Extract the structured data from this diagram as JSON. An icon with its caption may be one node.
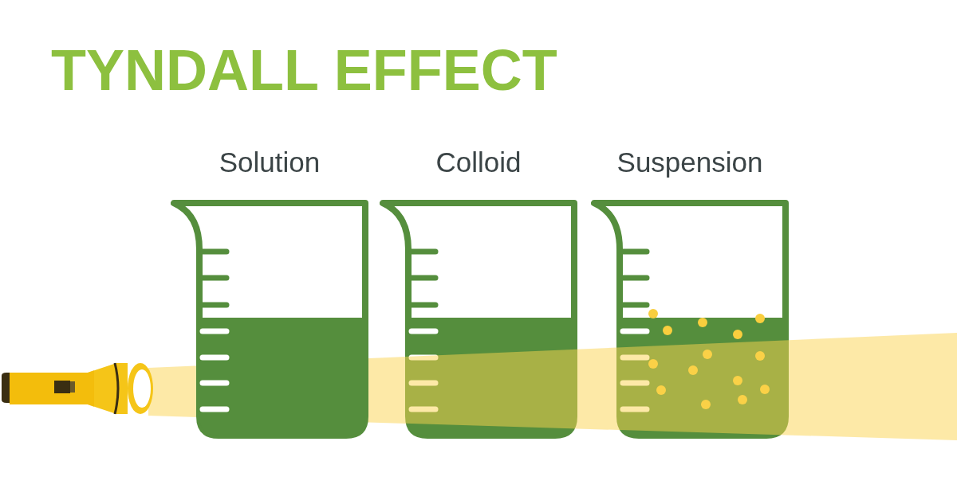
{
  "diagram": {
    "title": "TYNDALL EFFECT",
    "nodes": [
      {
        "text": [
          "Solution"
        ]
      },
      {
        "text": [
          "Colloid"
        ]
      },
      {
        "text": [
          "Suspension"
        ]
      },
      {
        "text": [],
        "shape": "beam"
      }
    ]
  }
}
